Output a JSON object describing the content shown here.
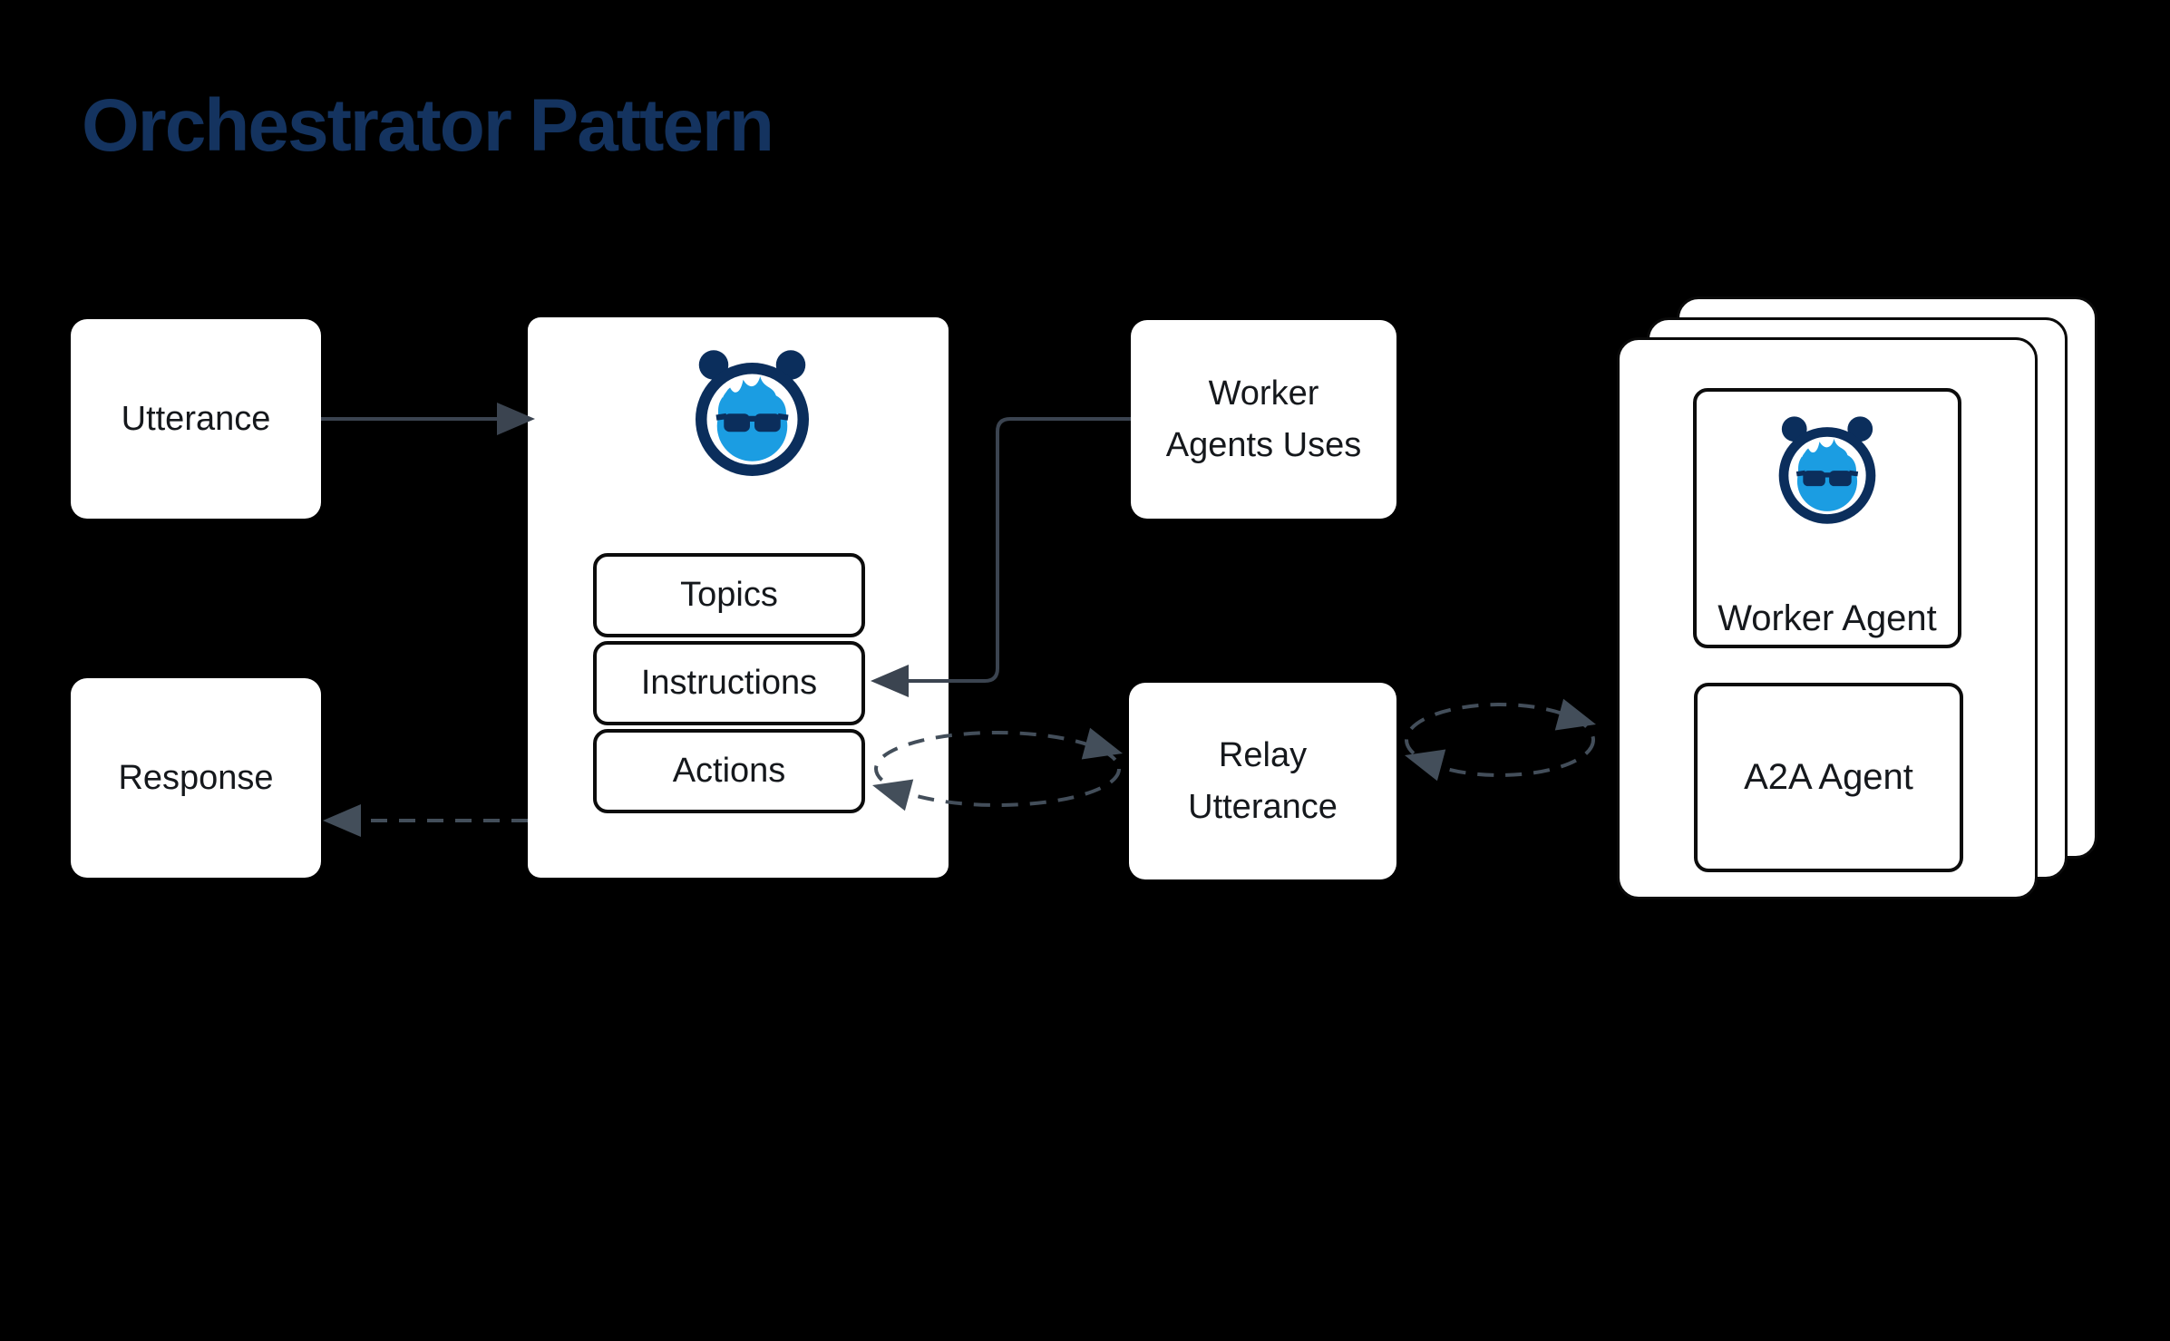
{
  "title": "Orchestrator Pattern",
  "colors": {
    "background": "#000000",
    "title_text": "#14335f",
    "box_fill": "#ffffff",
    "box_text": "#15181c",
    "box_border": "#0c0c0c",
    "connector_solid": "#3b4450",
    "connector_dashed": "#434e5a",
    "mascot_navy": "#0b2e5c",
    "mascot_blue": "#1b9de2"
  },
  "nodes": {
    "utterance": {
      "label": "Utterance"
    },
    "response": {
      "label": "Response"
    },
    "orchestrator": {
      "icon": "agent-mascot",
      "items": [
        {
          "label": "Topics"
        },
        {
          "label": "Instructions"
        },
        {
          "label": "Actions"
        }
      ]
    },
    "worker_agents_uses": {
      "line1": "Worker",
      "line2": "Agents Uses"
    },
    "relay_utterance": {
      "line1": "Relay",
      "line2": "Utterance"
    },
    "worker_agent_card": {
      "icon": "agent-mascot",
      "label": "Worker Agent"
    },
    "a2a_agent": {
      "label": "A2A Agent"
    }
  },
  "stacked_cards_count": 3,
  "connections": [
    {
      "from": "Utterance",
      "to": "Orchestrator agent",
      "style": "solid",
      "arrow": "forward"
    },
    {
      "from": "Worker Agents Uses",
      "to": "Instructions",
      "style": "solid",
      "arrow": "forward"
    },
    {
      "from": "Orchestrator agent",
      "to": "Response",
      "style": "dashed",
      "arrow": "forward"
    },
    {
      "from": "Actions",
      "to": "Relay Utterance",
      "style": "dashed-loop",
      "arrow": "both"
    },
    {
      "from": "Relay Utterance",
      "to": "Worker Agent cards",
      "style": "dashed-loop",
      "arrow": "both"
    }
  ]
}
